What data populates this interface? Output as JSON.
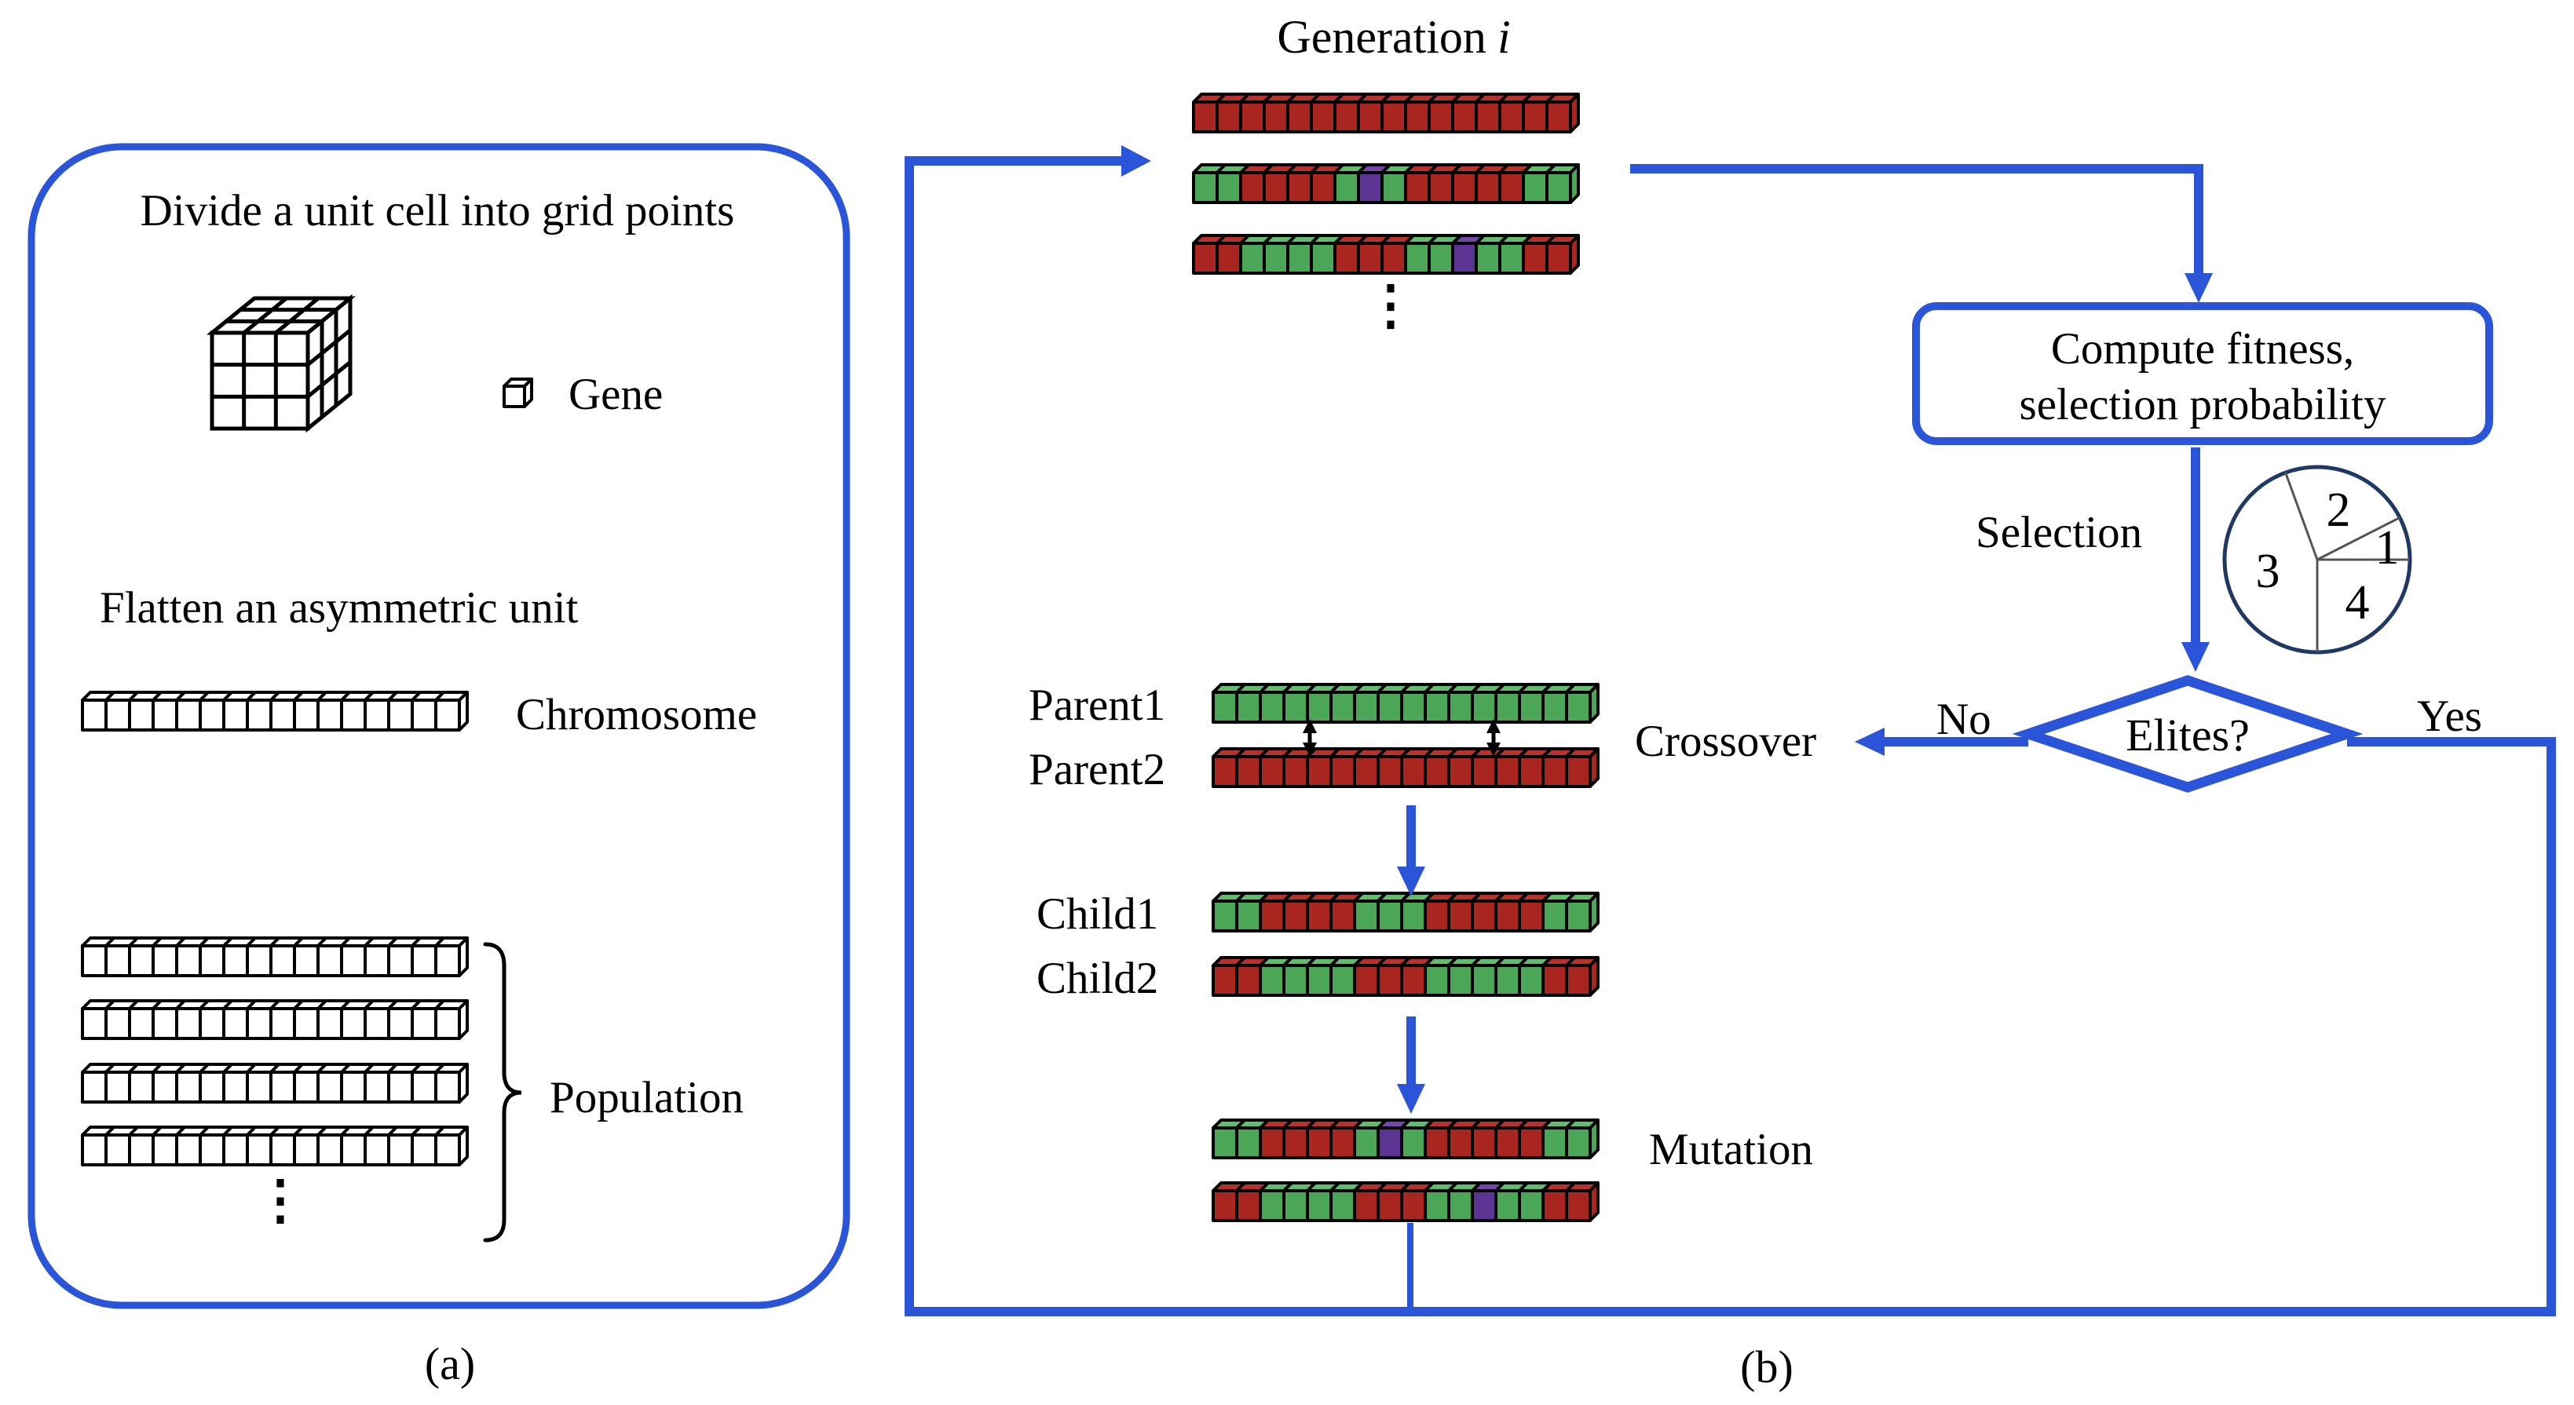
{
  "colors": {
    "accent": "#2B55D8",
    "wheel_ring": "#1F3864",
    "spoke": "#555555",
    "outline": "#000000",
    "red": "#A92520",
    "red_top": "#B5332C",
    "green": "#4BA757",
    "green_top": "#63BB6F",
    "purple": "#5C3594",
    "purple_top": "#7347A8",
    "white": "#FFFFFF"
  },
  "panel_a": {
    "caption": "(a)",
    "title": "Divide a unit cell into grid points",
    "gene_label": "Gene",
    "flatten_title": "Flatten an asymmetric unit",
    "chromosome_label": "Chromosome",
    "population_label": "Population",
    "ellipsis": "⋮",
    "chromosome_genes": "WWWWWWWWWWWWWWWW",
    "population_rows": [
      "WWWWWWWWWWWWWWWW",
      "WWWWWWWWWWWWWWWW",
      "WWWWWWWWWWWWWWWW",
      "WWWWWWWWWWWWWWWW"
    ]
  },
  "panel_b": {
    "caption": "(b)",
    "generation_title": "Generation",
    "generation_index": "i",
    "ellipsis": "⋮",
    "generation_rows": [
      "RRRRRRRRRRRRRRRR",
      "GGRRRRGPGRRRRRGG",
      "RRGGGGRRRGGPGGRR"
    ],
    "compute_box_line1": "Compute fitness,",
    "compute_box_line2": "selection probability",
    "selection_label": "Selection",
    "wheel_sectors": [
      "1",
      "2",
      "3",
      "4"
    ],
    "decision_label": "Elites?",
    "no_label": "No",
    "yes_label": "Yes",
    "crossover_label": "Crossover",
    "mutation_label": "Mutation",
    "parent1_label": "Parent1",
    "parent2_label": "Parent2",
    "child1_label": "Child1",
    "child2_label": "Child2",
    "parent1_genes": "GGGGGGGGGGGGGGGG",
    "parent2_genes": "RRRRRRRRRRRRRRRR",
    "child1_genes": "GGRRRRGGGRRRRRGG",
    "child2_genes": "RRGGGGRRRGGGGGRR",
    "mutated1_genes": "GGRRRRGPGRRRRRGG",
    "mutated2_genes": "RRGGGGRRRGGPGGRR"
  }
}
